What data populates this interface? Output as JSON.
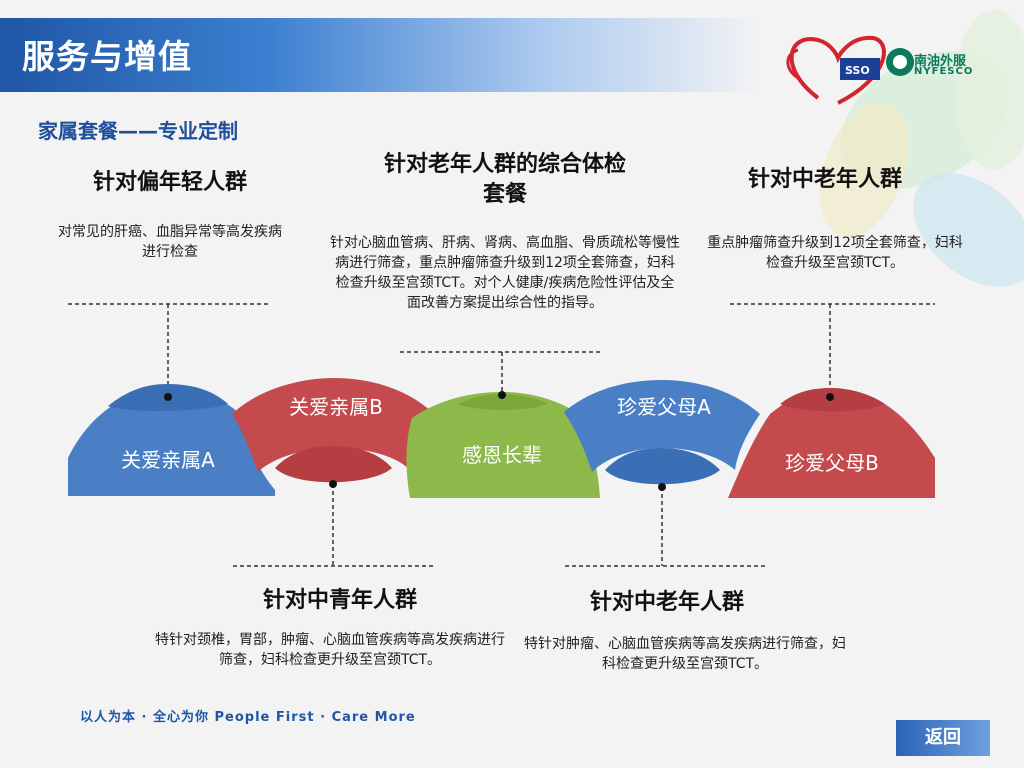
{
  "header": {
    "title": "服务与增值"
  },
  "logo": {
    "name_cn": "南油外服",
    "name_en": "NYFESCO",
    "mark_text": "SSO"
  },
  "subtitle": "家属套餐——专业定制",
  "groups": [
    {
      "title": "针对偏年轻人群",
      "desc": "对常见的肝癌、血脂异常等高发疾病进行检查"
    },
    {
      "title": "针对老年人群的综合体检套餐",
      "desc": "针对心脑血管病、肝病、肾病、高血脂、骨质疏松等慢性病进行筛查，重点肿瘤筛查升级到12项全套筛查，妇科检查升级至宫颈TCT。对个人健康/疾病危险性评估及全面改善方案提出综合性的指导。"
    },
    {
      "title": "针对中老年人群",
      "desc": "重点肿瘤筛查升级到12项全套筛查，妇科检查升级至宫颈TCT。"
    },
    {
      "title": "针对中青年人群",
      "desc": "特针对颈椎，胃部，肿瘤、心脑血管疾病等高发疾病进行筛查，妇科检查更升级至宫颈TCT。"
    },
    {
      "title": "针对中老年人群",
      "desc": "特针对肿瘤、心脑血管疾病等高发疾病进行筛查，妇科检查更升级至宫颈TCT。"
    }
  ],
  "packages": [
    {
      "label": "关爱亲属A",
      "color": "#4a7fc6"
    },
    {
      "label": "关爱亲属B",
      "color": "#c44a4e"
    },
    {
      "label": "感恩长辈",
      "color": "#8db84a"
    },
    {
      "label": "珍爱父母A",
      "color": "#4a7fc6"
    },
    {
      "label": "珍爱父母B",
      "color": "#c44a4e"
    }
  ],
  "footer": {
    "slogan": "以人为本 · 全心为你   People First · Care More"
  },
  "nav": {
    "back_label": "返回"
  }
}
